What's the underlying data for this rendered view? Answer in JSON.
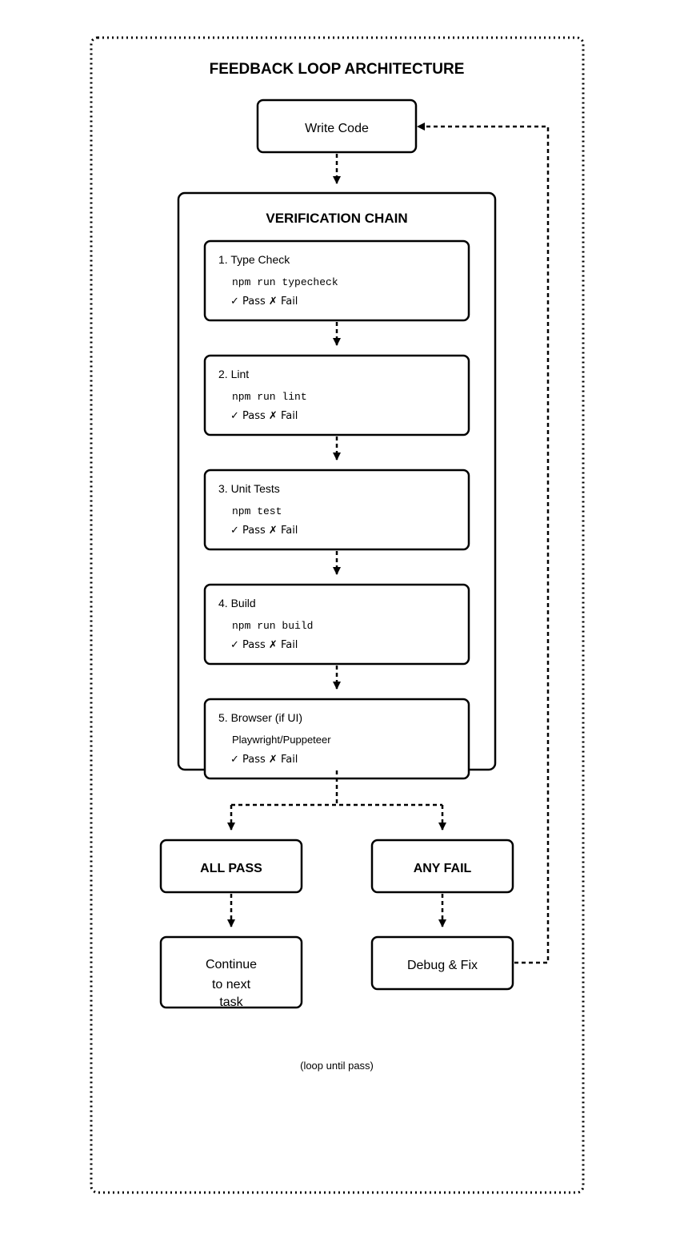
{
  "title": "FEEDBACK LOOP ARCHITECTURE",
  "write_code": "Write Code",
  "chain": {
    "title": "VERIFICATION CHAIN",
    "steps": [
      {
        "label": "1. Type Check",
        "command": "npm run typecheck",
        "status": "✓ Pass ✗ Fail"
      },
      {
        "label": "2. Lint",
        "command": "npm run lint",
        "status": "✓ Pass ✗ Fail"
      },
      {
        "label": "3. Unit Tests",
        "command": "npm test",
        "status": "✓ Pass ✗ Fail"
      },
      {
        "label": "4. Build",
        "command": "npm run build",
        "status": "✓ Pass ✗ Fail"
      },
      {
        "label": "5. Browser (if UI)",
        "command": "Playwright/Puppeteer",
        "status": "✓ Pass ✗ Fail"
      }
    ]
  },
  "outcomes": {
    "pass": "ALL PASS",
    "fail": "ANY FAIL",
    "continue_lines": [
      "Continue",
      "to next",
      "task"
    ],
    "debug": "Debug & Fix"
  },
  "loop_note": "(loop until pass)"
}
